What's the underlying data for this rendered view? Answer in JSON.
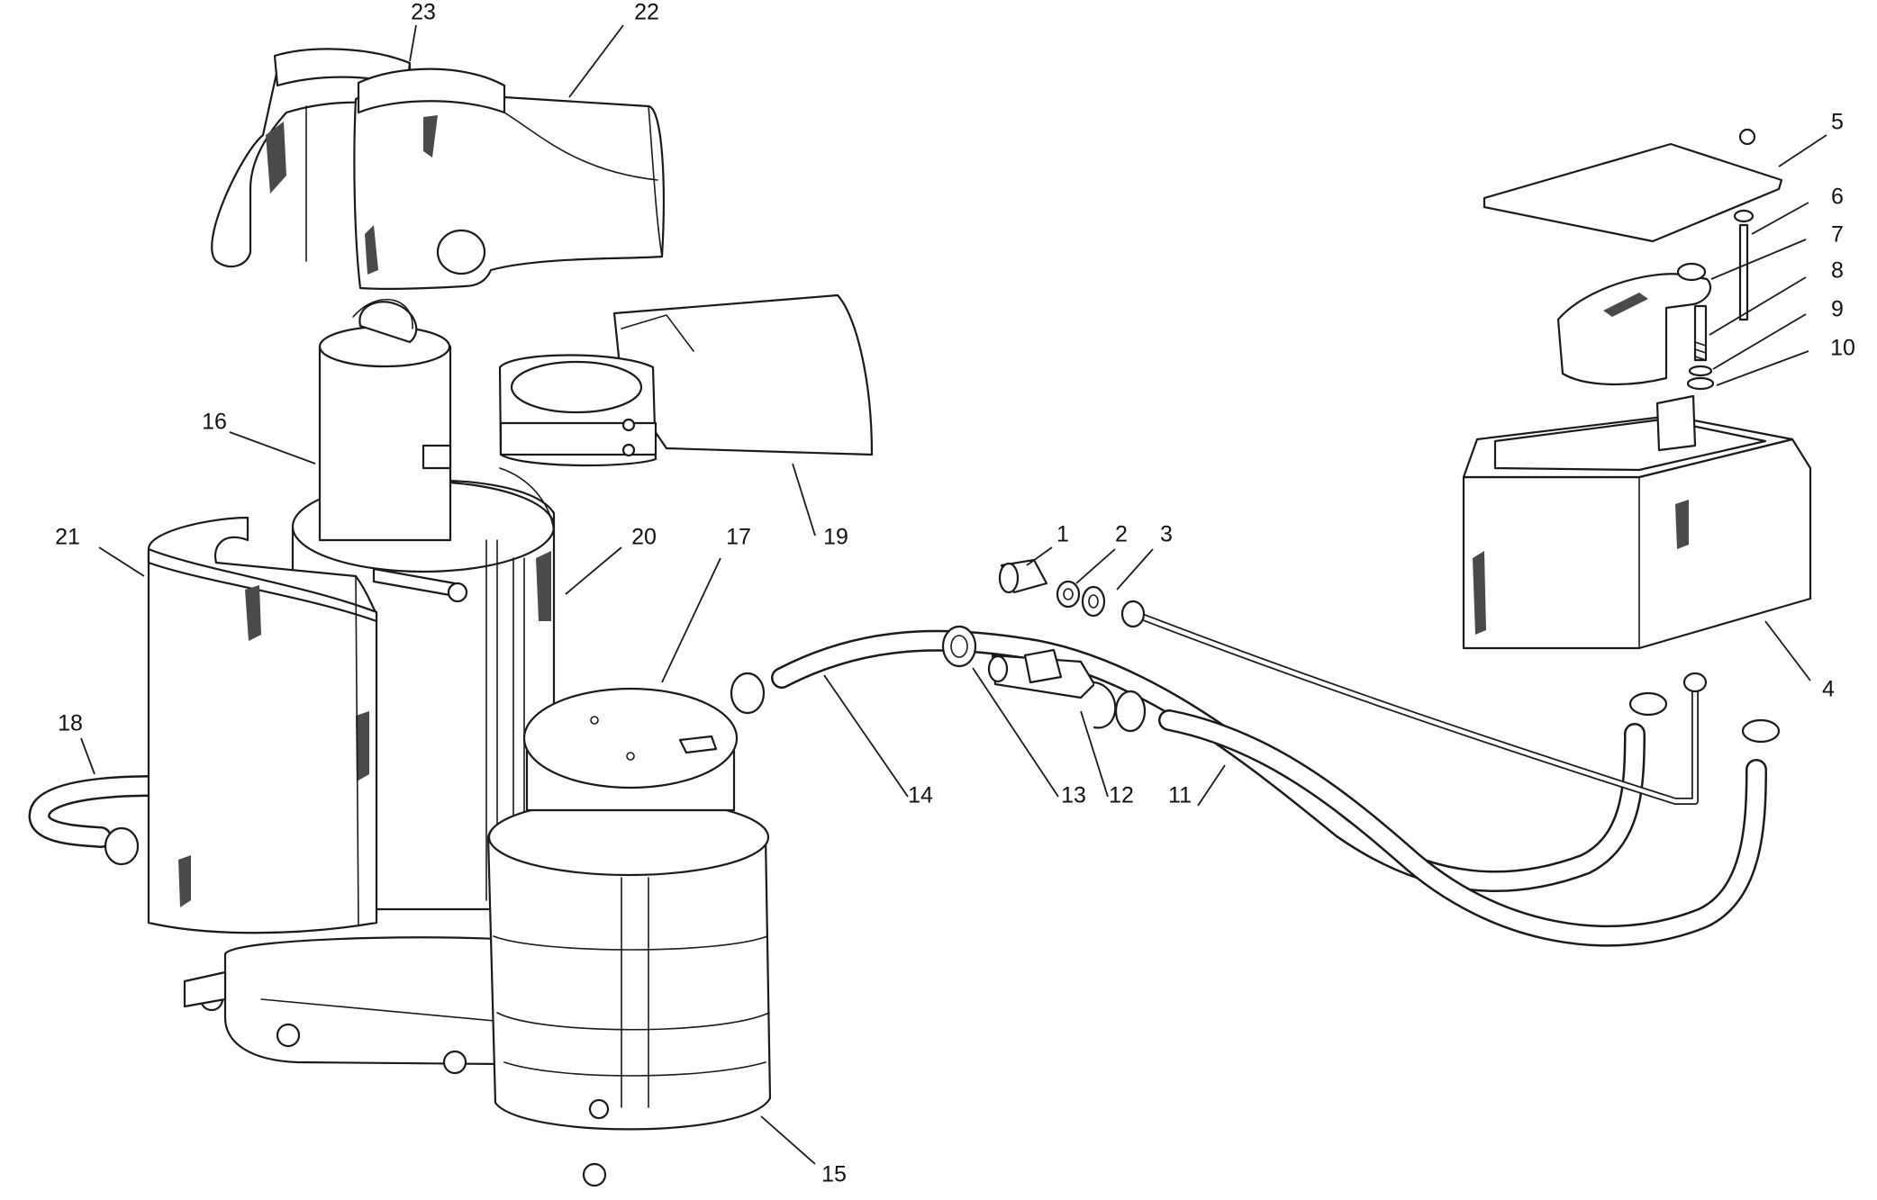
{
  "diagram": {
    "colors": {
      "line": "#1a1a1a",
      "background": "#ffffff",
      "shade": "#4a4a4a"
    },
    "callouts": [
      {
        "id": "c1",
        "label": "1"
      },
      {
        "id": "c2",
        "label": "2"
      },
      {
        "id": "c3",
        "label": "3"
      },
      {
        "id": "c4",
        "label": "4"
      },
      {
        "id": "c5",
        "label": "5"
      },
      {
        "id": "c6",
        "label": "6"
      },
      {
        "id": "c7",
        "label": "7"
      },
      {
        "id": "c8",
        "label": "8"
      },
      {
        "id": "c9",
        "label": "9"
      },
      {
        "id": "c10",
        "label": "10"
      },
      {
        "id": "c11",
        "label": "11"
      },
      {
        "id": "c12",
        "label": "12"
      },
      {
        "id": "c13",
        "label": "13"
      },
      {
        "id": "c14",
        "label": "14"
      },
      {
        "id": "c15",
        "label": "15"
      },
      {
        "id": "c16",
        "label": "16"
      },
      {
        "id": "c17",
        "label": "17"
      },
      {
        "id": "c18",
        "label": "18"
      },
      {
        "id": "c19",
        "label": "19"
      },
      {
        "id": "c20",
        "label": "20"
      },
      {
        "id": "c21",
        "label": "21"
      },
      {
        "id": "c22",
        "label": "22"
      },
      {
        "id": "c23",
        "label": "23"
      }
    ]
  }
}
